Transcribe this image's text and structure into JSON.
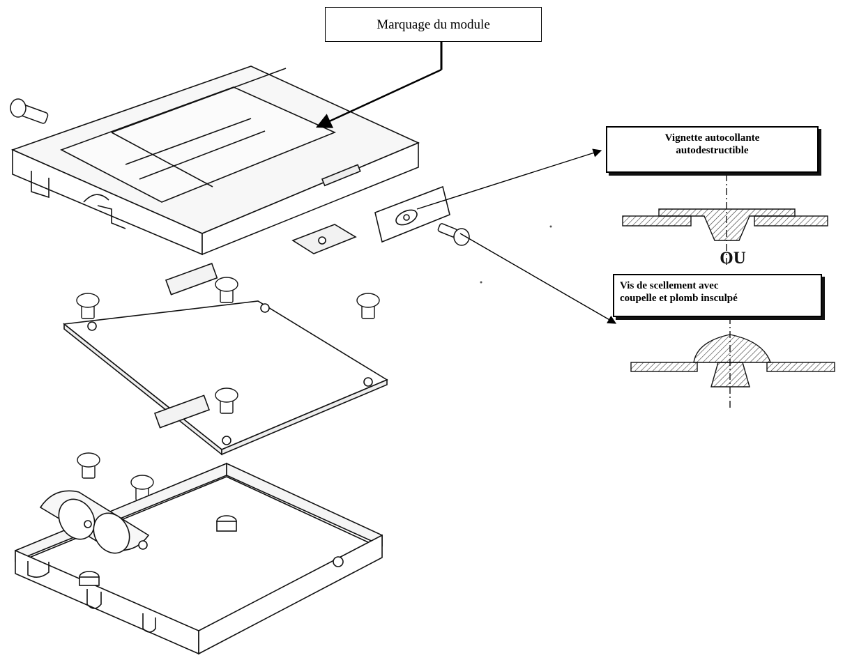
{
  "labels": {
    "module_marking": "Marquage du module",
    "sticker_line1": "Vignette autocollante",
    "sticker_line2": "autodestructible",
    "separator_or": "OU",
    "seal_line1": "Vis de scellement avec",
    "seal_line2": "coupelle et plomb insculpé"
  },
  "colors": {
    "line": "#111111",
    "light_fill": "#f4f4f4",
    "hatch": "#333333"
  }
}
